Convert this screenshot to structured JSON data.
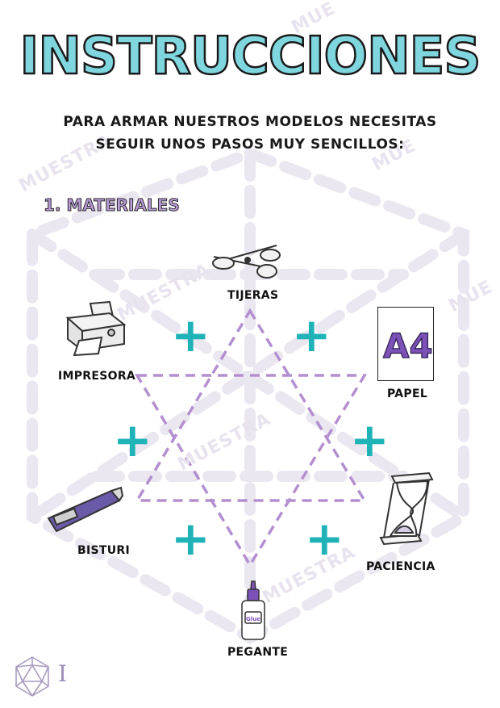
{
  "title": "INSTRUCCIONES",
  "subtitle": {
    "line1": "PARA ARMAR NUESTROS MODELOS NECESITAS",
    "line2": "SEGUIR UNOS PASOS MUY SENCILLOS:"
  },
  "section": {
    "heading": "1. MATERIALES"
  },
  "materials": {
    "tijeras": "TIJERAS",
    "impresora": "IMPRESORA",
    "papel": "PAPEL",
    "bisturi": "BISTURI",
    "paciencia": "PACIENCIA",
    "pegante": "PEGANTE"
  },
  "paper_mark": "A4",
  "glue_label": "Glue",
  "plus_symbol": "+",
  "watermark": {
    "full": "MUESTRA",
    "partial": "MUE"
  },
  "page_number": "I",
  "colors": {
    "title_fill": "#7fd6df",
    "accent_teal": "#1fb3b8",
    "accent_purple": "#b89ad6",
    "dashed_purple": "#b48fd0",
    "watermark_gray": "#e8e3ee"
  },
  "icons": [
    "scissors-icon",
    "printer-icon",
    "paper-a4-icon",
    "cutter-knife-icon",
    "hourglass-icon",
    "glue-bottle-icon",
    "icosahedron-logo-icon"
  ]
}
